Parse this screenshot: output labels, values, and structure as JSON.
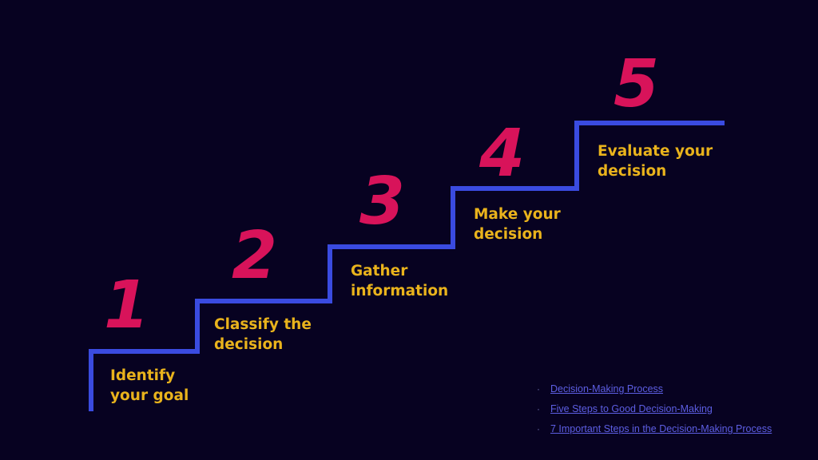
{
  "steps": [
    {
      "number": "1",
      "label": "Identify\nyour goal"
    },
    {
      "number": "2",
      "label": "Classify the\ndecision"
    },
    {
      "number": "3",
      "label": "Gather\ninformation"
    },
    {
      "number": "4",
      "label": "Make your\ndecision"
    },
    {
      "number": "5",
      "label": "Evaluate your\ndecision"
    }
  ],
  "links": [
    "Decision-Making  Process",
    "Five Steps to Good Decision-Making",
    "7 Important Steps in the Decision-Making Process"
  ],
  "colors": {
    "background": "#070221",
    "stairs": "#3a4be0",
    "numbers": "#d8135a",
    "labels": "#e9b31c",
    "links": "#5d5ee3"
  }
}
